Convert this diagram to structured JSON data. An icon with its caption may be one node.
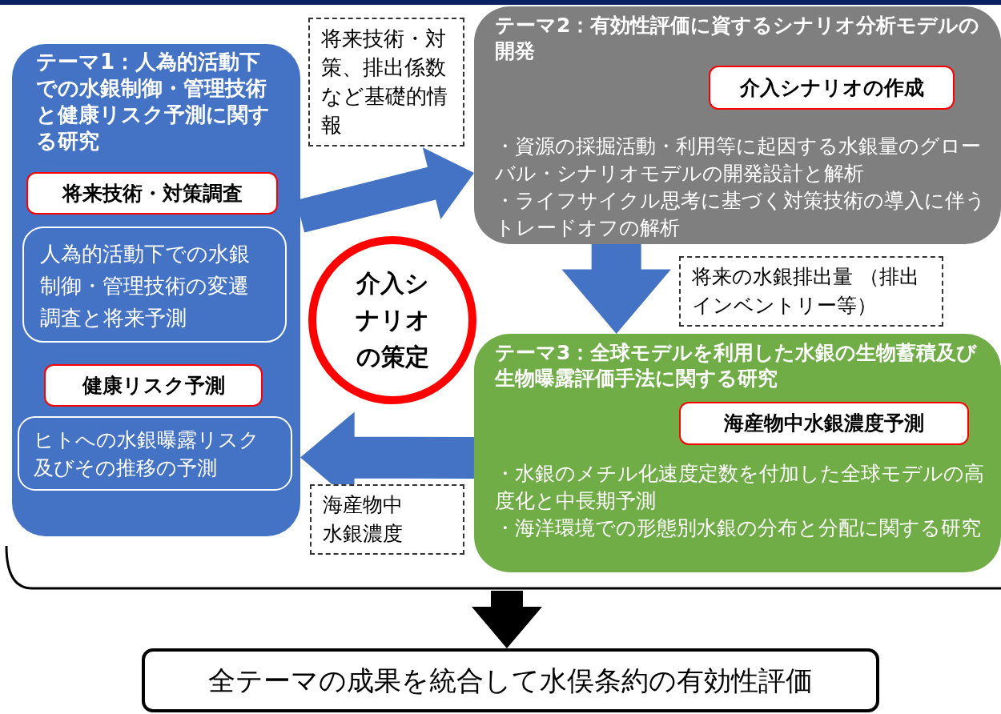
{
  "diagram": {
    "nodes": [
      {
        "text": [
          "テーマ1：人為的活動下での水銀制御・管理技術と健康リスク予測に関する研究"
        ]
      },
      {
        "text": [
          "将来技術・対策調査"
        ],
        "in": 0
      },
      {
        "text": [
          "人為的活動下での水銀制御・管理技術の変遷調査と将来予測"
        ],
        "in": 0
      },
      {
        "text": [
          "健康リスク予測"
        ],
        "in": 0
      },
      {
        "text": [
          "ヒトへの水銀曝露リスク及びその推移の予測"
        ],
        "in": 0
      },
      {
        "text": [
          "将来技術・対策、排出係数など基礎的情報"
        ]
      },
      {
        "text": [
          "テーマ2：有効性評価に資するシナリオ分析モデルの開発",
          "・資源の採掘活動・利用等に起因する水銀量のグローバル・シナリオモデルの開発設計と解析",
          "・ライフサイクル思考に基づく対策技術の導入に伴うトレードオフの解析"
        ]
      },
      {
        "text": [
          "介入シナリオの作成"
        ],
        "in": 6
      },
      {
        "text": [
          "介入シナリオの策定"
        ]
      },
      {
        "text": [
          "将来の水銀排出量 （排出インベントリー等）"
        ]
      },
      {
        "text": [
          "テーマ3：全球モデルを利用した水銀の生物蓄積及び生物曝露評価手法に関する研究",
          "・水銀のメチル化速度定数を付加した全球モデルの高度化と中長期予測",
          "・海洋環境での形態別水銀の分布と分配に関する研究"
        ]
      },
      {
        "text": [
          "海産物中水銀濃度予測"
        ],
        "in": 10
      },
      {
        "text": [
          "海産物中水銀濃度"
        ]
      },
      {
        "text": [
          "全テーマの成果を統合して水俣条約の有効性評価"
        ]
      }
    ],
    "edges": [
      {
        "from": 0,
        "to": 6,
        "arrow": "to",
        "style": "thick"
      },
      {
        "from": 6,
        "to": 10,
        "arrow": "to",
        "style": "thick"
      },
      {
        "from": 10,
        "to": 0,
        "arrow": "to",
        "style": "thick"
      },
      {
        "from": null,
        "to": 13,
        "arrow": "to",
        "style": "thick",
        "color": "#000000"
      }
    ]
  }
}
